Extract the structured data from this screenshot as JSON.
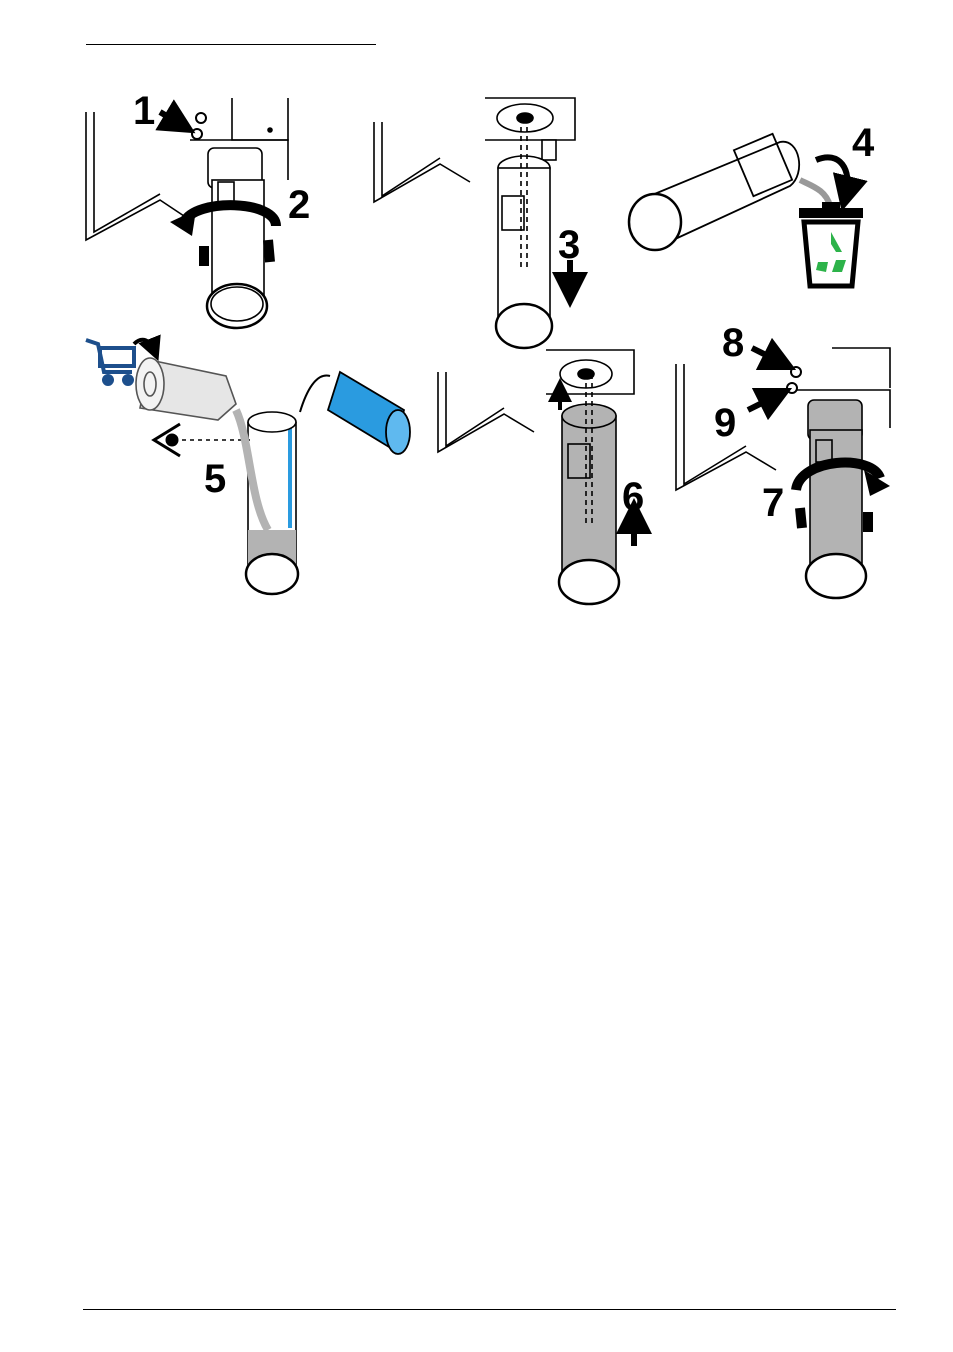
{
  "figure": {
    "steps": [
      {
        "number": "1",
        "action": "remove-screw"
      },
      {
        "number": "2",
        "action": "rotate-unscrew-bottle"
      },
      {
        "number": "3",
        "action": "pull-bottle-down"
      },
      {
        "number": "4",
        "action": "discard-old-bottle"
      },
      {
        "number": "5",
        "action": "fill-new-bottle"
      },
      {
        "number": "6",
        "action": "push-bottle-up"
      },
      {
        "number": "7",
        "action": "rotate-screw-bottle"
      },
      {
        "number": "8",
        "action": "install-screw"
      },
      {
        "number": "9",
        "action": "install-screw"
      }
    ],
    "icons": [
      "arrow-icon",
      "rotate-arrow-icon",
      "trash-can-icon",
      "recycle-icon",
      "shopping-cart-icon",
      "eye-icon"
    ],
    "colors": {
      "line": "#000000",
      "reagent_blue": "#2a9be0",
      "recycle_green": "#2db34a",
      "cart_blue": "#1d4f8c",
      "fill_gray": "#b3b3b3"
    }
  }
}
